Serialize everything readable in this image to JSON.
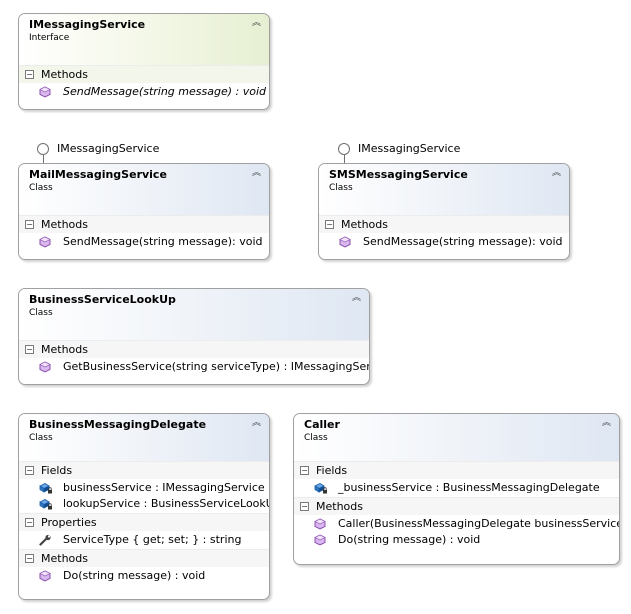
{
  "colors": {
    "interface_tint": "#e6efd2",
    "class_tint": "#dfe7f3",
    "method_icon": "#8a4fb0",
    "field_icon": "#1a5ea8"
  },
  "section_labels": {
    "methods": "Methods",
    "fields": "Fields",
    "properties": "Properties"
  },
  "imessaging": {
    "name": "IMessagingService",
    "stereotype": "Interface",
    "methods": [
      "SendMessage(string message) : void"
    ]
  },
  "mail": {
    "lollipop": "IMessagingService",
    "name": "MailMessagingService",
    "stereotype": "Class",
    "methods": [
      "SendMessage(string message): void"
    ]
  },
  "sms": {
    "lollipop": "IMessagingService",
    "name": "SMSMessagingService",
    "stereotype": "Class",
    "methods": [
      "SendMessage(string message): void"
    ]
  },
  "lookup": {
    "name": "BusinessServiceLookUp",
    "stereotype": "Class",
    "methods": [
      "GetBusinessService(string serviceType) : IMessagingService"
    ]
  },
  "delegate": {
    "name": "BusinessMessagingDelegate",
    "stereotype": "Class",
    "fields": [
      "businessService : IMessagingService",
      "lookupService : BusinessServiceLookUp"
    ],
    "properties": [
      "ServiceType { get; set; } : string"
    ],
    "methods": [
      "Do(string message) : void"
    ]
  },
  "caller": {
    "name": "Caller",
    "stereotype": "Class",
    "fields": [
      "_businessService : BusinessMessagingDelegate"
    ],
    "methods": [
      "Caller(BusinessMessagingDelegate businessService)",
      "Do(string message) : void"
    ]
  }
}
